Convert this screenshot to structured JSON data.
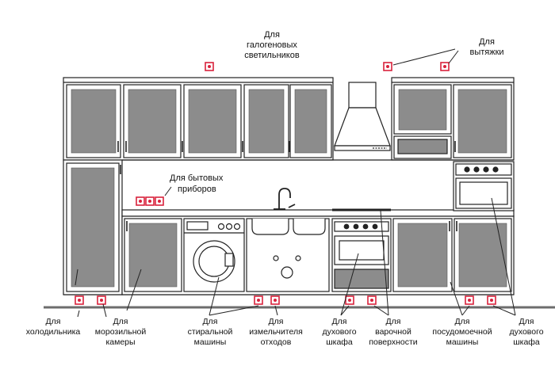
{
  "colors": {
    "line": "#222222",
    "panel": "#8c8c8c",
    "panel_dark": "#6f6f6f",
    "socket": "#d9223c",
    "floor": "#6d6d6d"
  },
  "labels": {
    "halogen": [
      "Для",
      "галогеновых",
      "светильников"
    ],
    "hood": [
      "Для",
      "вытяжки"
    ],
    "appliances": [
      "Для бытовых",
      "приборов"
    ],
    "fridge": [
      "Для",
      "холодильника"
    ],
    "freezer": [
      "Для",
      "морозильной",
      "камеры"
    ],
    "washer": [
      "Для",
      "стиральной",
      "машины"
    ],
    "disposer": [
      "Для",
      "измельчителя",
      "отходов"
    ],
    "oven_left": [
      "Для",
      "духового",
      "шкафа"
    ],
    "hob": [
      "Для",
      "варочной",
      "поверхности"
    ],
    "dishwasher": [
      "Для",
      "посудомоечной",
      "машины"
    ],
    "oven_right": [
      "Для",
      "духового",
      "шкафа"
    ]
  },
  "icons": {
    "socket": "power-socket-icon",
    "faucet": "faucet-icon",
    "washer": "washing-machine-icon",
    "hood": "range-hood-icon"
  }
}
